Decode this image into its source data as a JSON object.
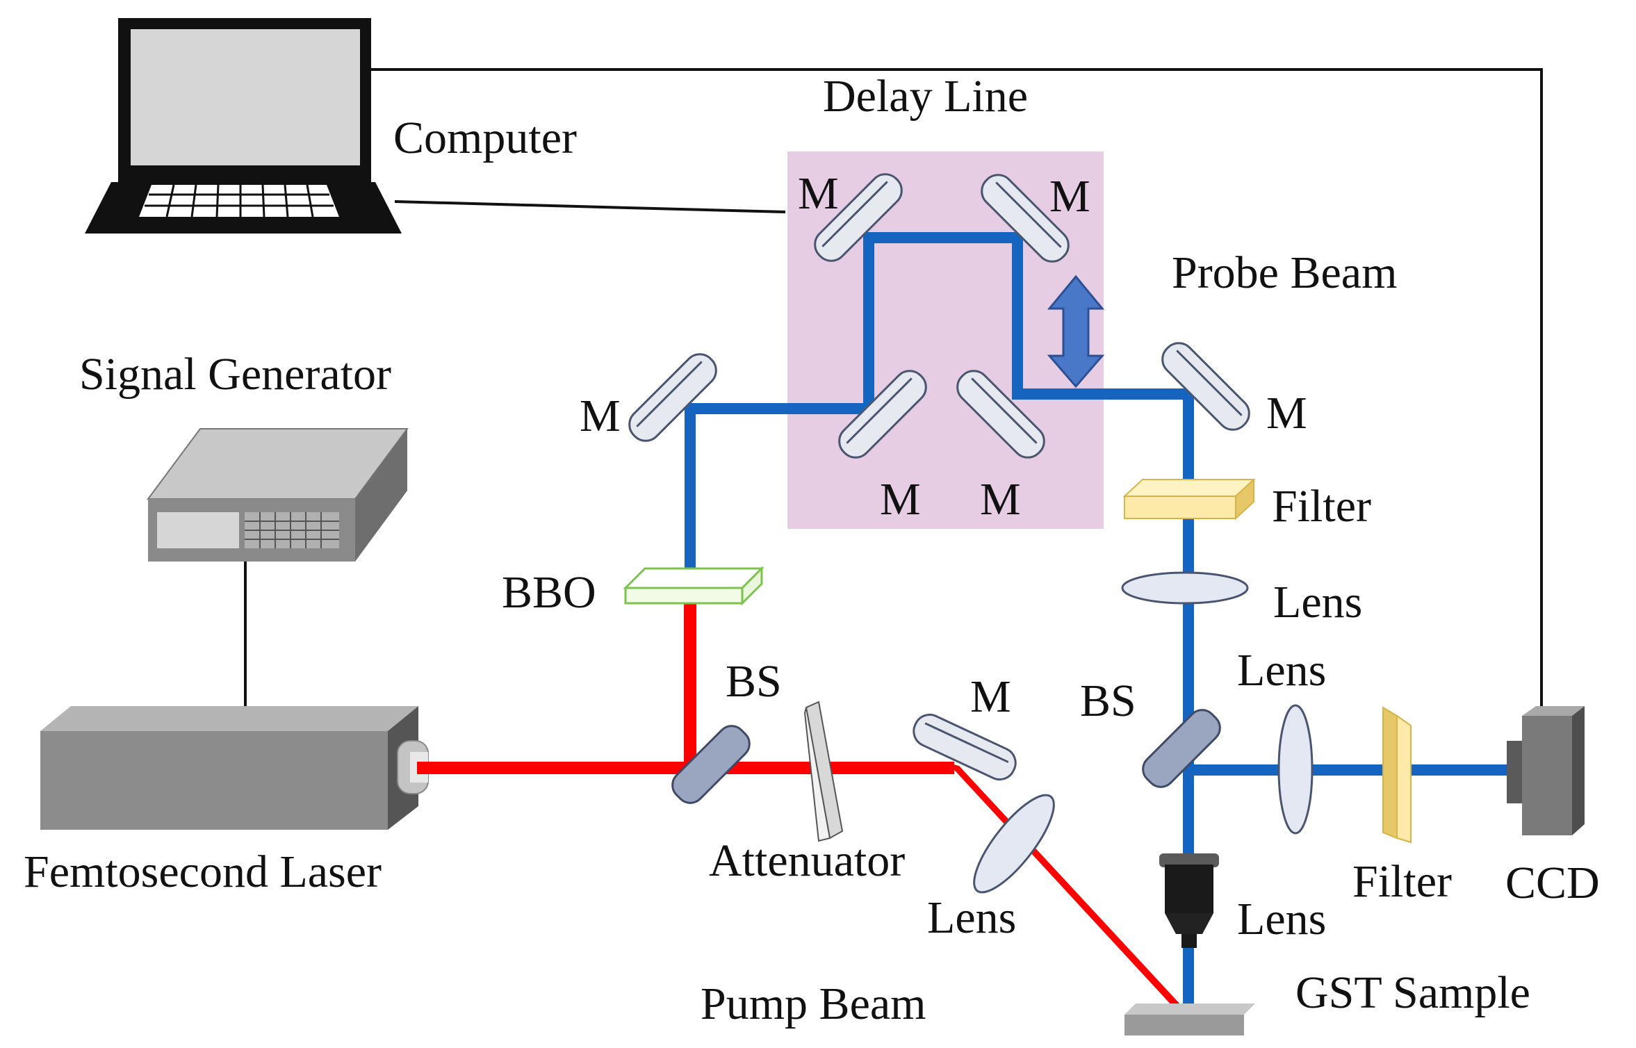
{
  "labels": {
    "computer": "Computer",
    "delay_line": "Delay Line",
    "probe_beam": "Probe Beam",
    "signal_generator": "Signal Generator",
    "femtosecond_laser": "Femtosecond Laser",
    "pump_beam": "Pump Beam",
    "gst_sample": "GST Sample",
    "bbo": "BBO",
    "bs_pump": "BS",
    "bs_probe": "BS",
    "attenuator": "Attenuator",
    "ccd": "CCD",
    "filter_probe": "Filter",
    "filter_ccd": "Filter",
    "lens_probe": "Lens",
    "lens_ccd": "Lens",
    "lens_pump": "Lens",
    "lens_objective": "Lens",
    "mirror_delay_top_left": "M",
    "mirror_delay_top_right": "M",
    "mirror_delay_bottom_left": "M",
    "mirror_delay_bottom_right": "M",
    "mirror_left": "M",
    "mirror_right": "M",
    "mirror_pump": "M"
  },
  "colors": {
    "pump_beam": "#ff0000",
    "probe_beam": "#1565c0",
    "delay_line_background": "#e6cde3",
    "mirror": "#e6e9f0",
    "beam_splitter": "#9aa6bf",
    "filter": "#fde9a8",
    "bbo": "#f2fbe6",
    "device_body": "#7a7a7a",
    "stage_arrow": "#4a78c8"
  },
  "icons": {
    "computer": "laptop-icon",
    "signal_generator": "signal-generator-icon",
    "laser": "laser-box-icon",
    "ccd": "ccd-camera-icon",
    "objective": "microscope-objective-icon",
    "stage_arrow": "double-arrow-icon"
  }
}
